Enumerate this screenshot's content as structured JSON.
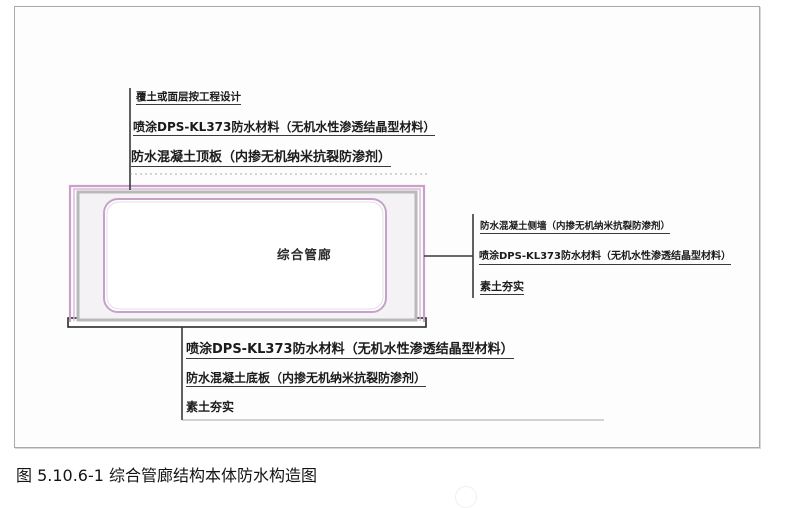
{
  "figure": {
    "caption": "图 5.10.6-1 综合管廊结构本体防水构造图",
    "interior_label": "综合管廊"
  },
  "annotations": {
    "top": [
      {
        "text": "覆土或面层按工程设计",
        "underlined": true
      },
      {
        "text": "喷涂DPS-KL373防水材料（无机水性渗透结晶型材料）",
        "underlined": true
      },
      {
        "text": "防水混凝土顶板（内掺无机纳米抗裂防渗剂）",
        "underlined": true
      }
    ],
    "right": [
      {
        "text": "防水混凝土侧墙（内掺无机纳米抗裂防渗剂）",
        "underlined": true
      },
      {
        "text": "喷涂DPS-KL373防水材料（无机水性渗透结晶型材料）",
        "underlined": true
      },
      {
        "text": "素土夯实",
        "underlined": true
      }
    ],
    "bottom": [
      {
        "text": "喷涂DPS-KL373防水材料（无机水性渗透结晶型材料）",
        "underlined": true
      },
      {
        "text": "防水混凝土底板（内掺无机纳米抗裂防渗剂）",
        "underlined": true
      },
      {
        "text": "素土夯实",
        "underlined": true
      }
    ]
  },
  "colors": {
    "waterproof_membrane": "#c9a0c9",
    "concrete_structure": "#b9b9b9",
    "concrete_fill": "#f4f2f4",
    "interior_fill": "#ffffff",
    "slab_outline": "#2a2a2a",
    "leader_line": "#3a3a3a",
    "page_frame": "#a9a9ad",
    "text": "#1b1b1b"
  }
}
